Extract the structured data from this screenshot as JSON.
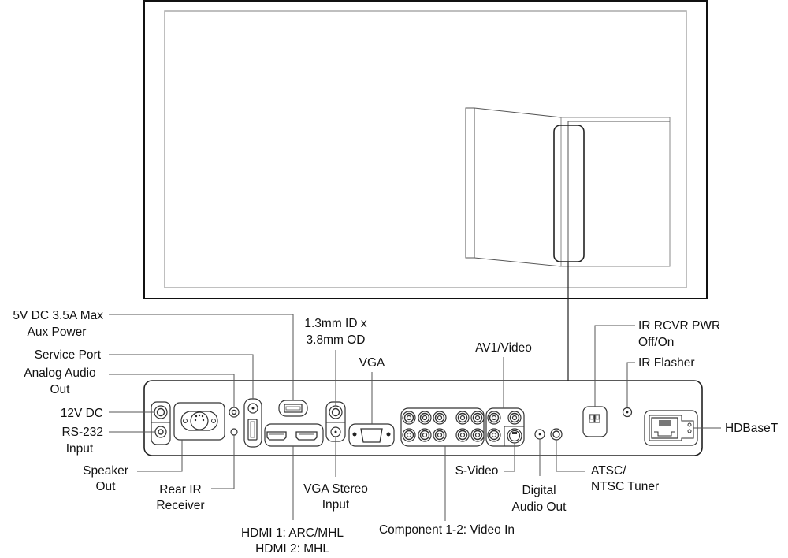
{
  "diagram": {
    "title": "Rear connection panel",
    "labels": {
      "aux_power_1": "5V DC 3.5A Max",
      "aux_power_2": "Aux Power",
      "service_port": "Service Port",
      "analog_audio_1": "Analog Audio",
      "analog_audio_2": "Out",
      "dc12v": "12V DC",
      "rs232_1": "RS-232",
      "rs232_2": "Input",
      "speaker_1": "Speaker",
      "speaker_2": "Out",
      "rear_ir_1": "Rear IR",
      "rear_ir_2": "Receiver",
      "hdmi_1": "HDMI 1: ARC/MHL",
      "hdmi_2": "HDMI 2: MHL",
      "dc_spec_1": "1.3mm ID x",
      "dc_spec_2": "3.8mm OD",
      "vga": "VGA",
      "vga_stereo_1": "VGA Stereo",
      "vga_stereo_2": "Input",
      "component": "Component 1-2: Video In",
      "av1": "AV1/Video",
      "svideo": "S-Video",
      "digital_audio_1": "Digital",
      "digital_audio_2": "Audio Out",
      "atsc_1": "ATSC/",
      "atsc_2": "NTSC Tuner",
      "ir_rcvr_1": "IR RCVR PWR",
      "ir_rcvr_2": "Off/On",
      "ir_flasher": "IR Flasher",
      "hdbaset": "HDBaseT"
    }
  }
}
